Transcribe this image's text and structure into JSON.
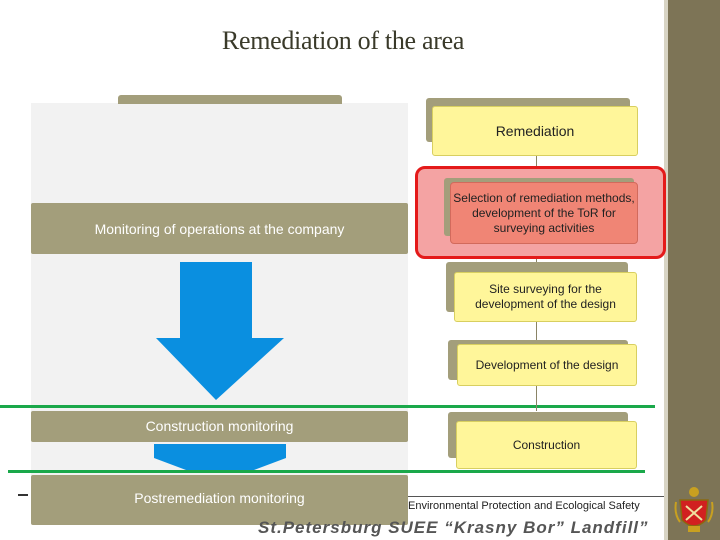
{
  "title": "Remediation of the area",
  "left_panel": {
    "monitoring_operations": "Monitoring of operations at the company",
    "construction_monitoring": "Construction monitoring",
    "postremediation_monitoring": "Postremediation monitoring"
  },
  "steps": [
    {
      "label": "Remediation"
    },
    {
      "label": "Selection of remediation methods, development of the ToR for surveying activities"
    },
    {
      "label": "Site surveying for the development of the design"
    },
    {
      "label": "Development of the design"
    },
    {
      "label": "Construction"
    }
  ],
  "footer": {
    "organization": "Environmental Protection and Ecological Safety",
    "subtitle": "St.Petersburg SUEE “Krasny Bor” Landfill”"
  },
  "colors": {
    "olive": "#a39e7b",
    "step_yellow": "#fff69a",
    "highlight_red": "#e41a1a",
    "highlight_pink": "#f4a3a3",
    "arrow_blue": "#0a8fe0",
    "line_green": "#1aa84a",
    "sidebar": "#7d7456"
  },
  "icons": {
    "big_arrow": "arrow-down-icon",
    "small_arrow": "arrow-down-icon",
    "emblem": "coat-of-arms-icon"
  }
}
